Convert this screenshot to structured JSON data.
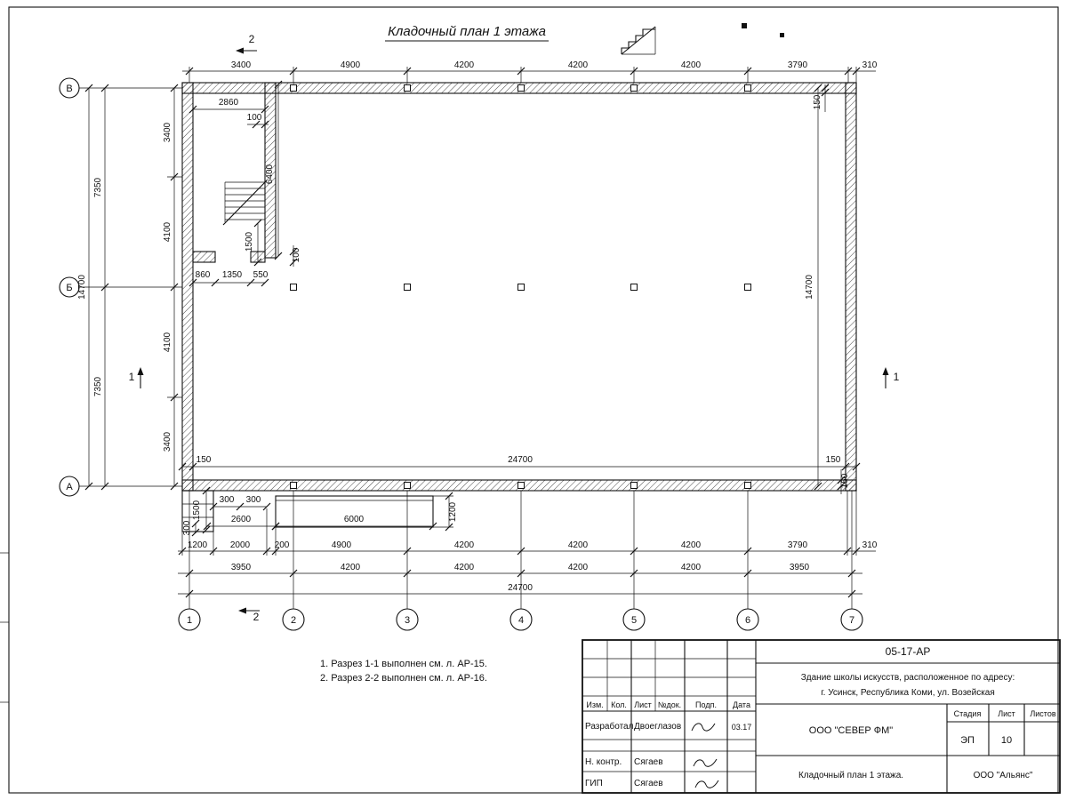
{
  "sheet": {
    "title": "Кладочный план 1 этажа",
    "notes": [
      "1. Разрез 1-1 выполнен см. л. АР-15.",
      "2. Разрез 2-2 выполнен см. л. АР-16."
    ]
  },
  "axes": {
    "rows": [
      "В",
      "Б",
      "А"
    ],
    "cols": [
      "1",
      "2",
      "3",
      "4",
      "5",
      "6",
      "7"
    ]
  },
  "sections": {
    "one": "1",
    "two": "2"
  },
  "dims": {
    "top": [
      "3400",
      "4900",
      "4200",
      "4200",
      "4200",
      "3790",
      "310"
    ],
    "left_total": "14700",
    "left_half": [
      "7350",
      "7350"
    ],
    "left_inner": [
      "3400",
      "4100",
      "4100",
      "3400"
    ],
    "right_total": "14700",
    "right_top": "150",
    "right_bottom": "150",
    "inner_bottom": [
      "150",
      "24700",
      "150"
    ],
    "stairwell": {
      "width": "2860",
      "pier_top": "100",
      "depth": "6400",
      "flight": "1500",
      "pier_side": "100",
      "door": [
        "860",
        "1350",
        "550"
      ]
    },
    "porch": {
      "steps": [
        "300",
        "300"
      ],
      "left_width": "2600",
      "ramp_width": "6000",
      "ramp_depth": "1200",
      "side_depth": "1500",
      "side_step": "300"
    },
    "bottom_outer": [
      "1200",
      "2000",
      "200",
      "4900",
      "4200",
      "4200",
      "4200",
      "3790",
      "310"
    ],
    "bottom_axes": [
      "3950",
      "4200",
      "4200",
      "4200",
      "4200",
      "3950"
    ],
    "bottom_total": "24700"
  },
  "titleblock": {
    "doc_number": "05-17-АР",
    "object_line1": "Здание школы искусств, расположенное по адресу:",
    "object_line2": "г. Усинск, Республика Коми, ул. Возейская",
    "columns": {
      "izm": "Изм.",
      "kol": "Кол.",
      "list": "Лист",
      "ndoc": "№док.",
      "podp": "Подп.",
      "data": "Дата"
    },
    "rows": [
      {
        "role": "Разработал",
        "name": "Двоеглазов",
        "date": "03.17"
      },
      {
        "role": "Н. контр.",
        "name": "Сягаев",
        "date": ""
      },
      {
        "role": "ГИП",
        "name": "Сягаев",
        "date": ""
      }
    ],
    "company": "ООО \"СЕВЕР ФМ\"",
    "stage_label": "Стадия",
    "sheet_label": "Лист",
    "sheets_label": "Листов",
    "stage": "ЭП",
    "sheet_no": "10",
    "drawing_title": "Кладочный план 1 этажа.",
    "contractor": "ООО \"Альянс\""
  }
}
